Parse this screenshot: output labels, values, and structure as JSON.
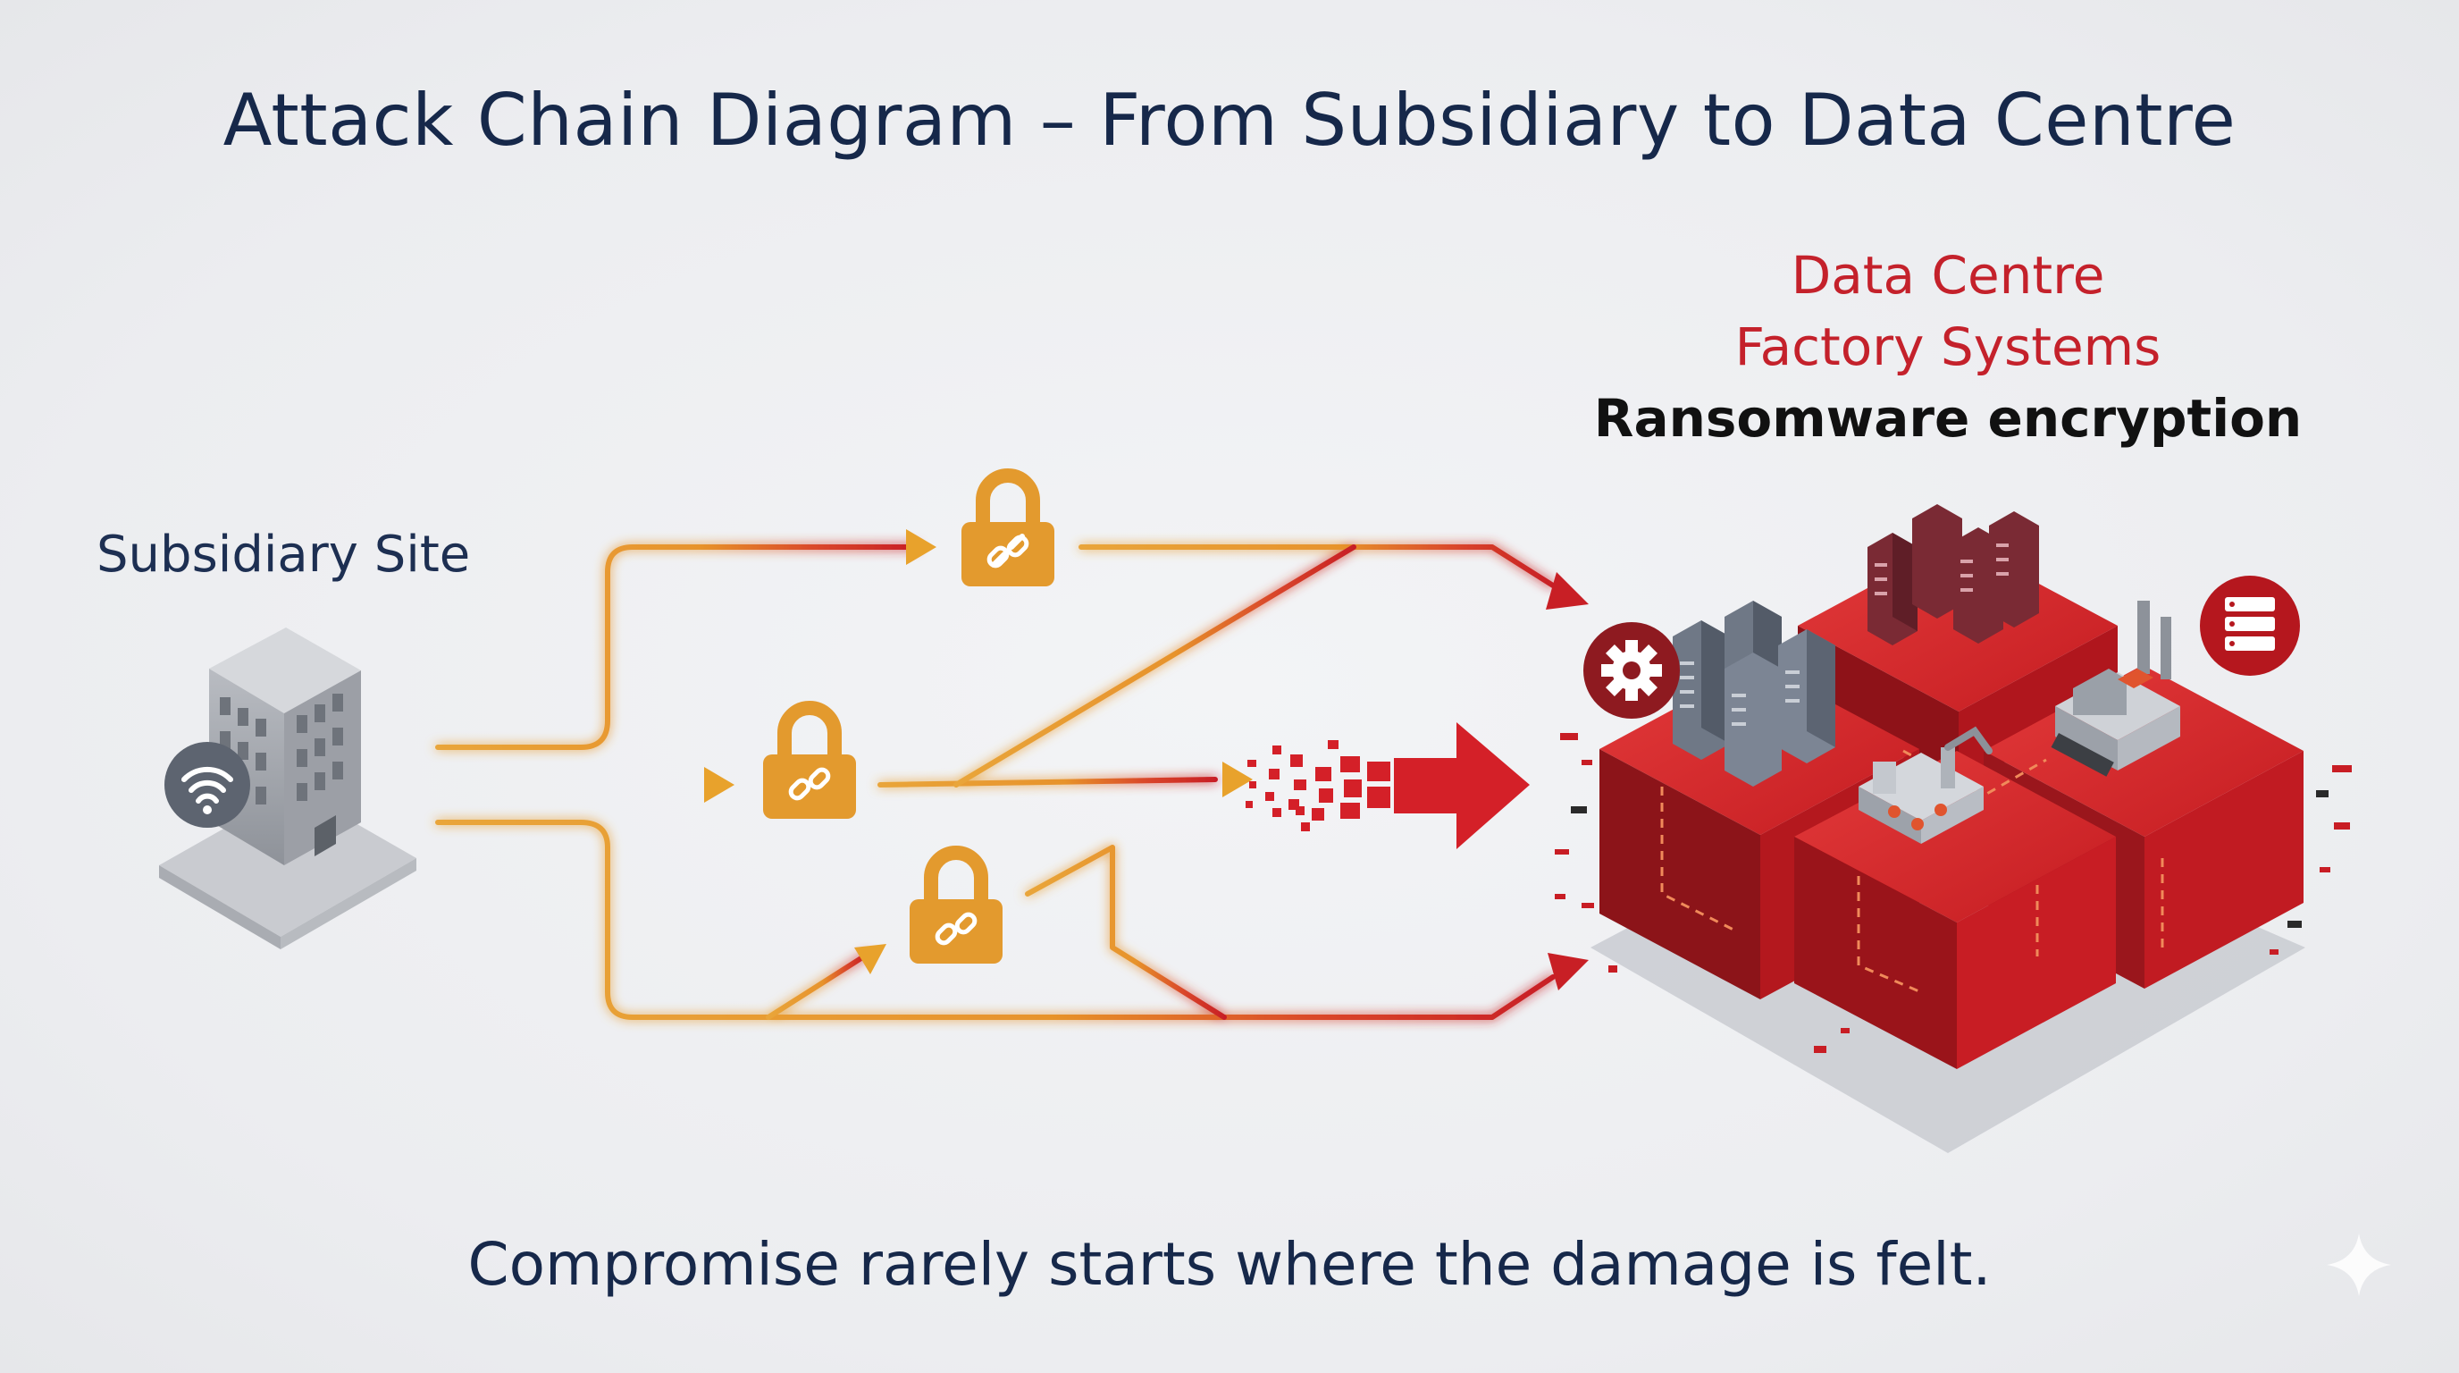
{
  "title": "Attack Chain Diagram – From Subsidiary to Data Centre",
  "source": {
    "label": "Subsidiary Site",
    "icon": "office-building-icon",
    "badge_icon": "wifi-icon"
  },
  "target": {
    "labels": [
      "Data Centre",
      "Factory Systems"
    ],
    "effect": "Ransomware encryption",
    "icons": [
      "server-rack-icon",
      "gear-icon",
      "factory-icon",
      "server-icon"
    ]
  },
  "chain_icons": [
    "lock-link-icon",
    "lock-link-icon",
    "lock-link-icon"
  ],
  "caption": "Compromise rarely starts where the damage is felt.",
  "colors": {
    "title": "#16284a",
    "path": "#e8a22c",
    "lock": "#e39a2e",
    "threat": "#c4212b",
    "effect": "#111111"
  }
}
